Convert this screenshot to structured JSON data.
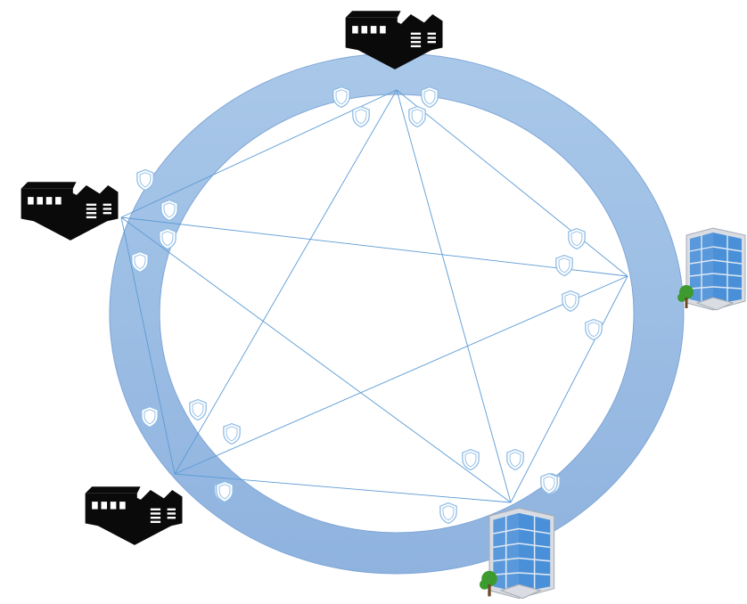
{
  "diagram": {
    "colors": {
      "ring_outer": "#a9c8e9",
      "ring_inner": "#8fb3df",
      "link_line": "#5b9bd5",
      "shield_stroke": "#8fbce6",
      "shield_fill": "#ffffff",
      "factory": "#0a0a0a",
      "factory_detail": "#ffffff",
      "office_glass": "#4a90d9",
      "office_frame": "#d9dde3",
      "tree": "#3c9a2e"
    },
    "nodes": [
      {
        "id": "factory-top",
        "icon": "factory-icon"
      },
      {
        "id": "factory-left",
        "icon": "factory-icon"
      },
      {
        "id": "factory-bottom-left",
        "icon": "factory-icon"
      },
      {
        "id": "office-right",
        "icon": "office-building-icon"
      },
      {
        "id": "office-bottom",
        "icon": "office-building-icon"
      }
    ],
    "links": [
      [
        "factory-top",
        "factory-left"
      ],
      [
        "factory-top",
        "factory-bottom-left"
      ],
      [
        "factory-top",
        "office-right"
      ],
      [
        "factory-top",
        "office-bottom"
      ],
      [
        "factory-left",
        "office-right"
      ],
      [
        "factory-left",
        "office-bottom"
      ],
      [
        "factory-left",
        "factory-bottom-left"
      ],
      [
        "office-right",
        "factory-bottom-left"
      ],
      [
        "office-right",
        "office-bottom"
      ],
      [
        "factory-bottom-left",
        "office-bottom"
      ]
    ],
    "shield_count": 22,
    "shield_icon": "shield-icon"
  }
}
